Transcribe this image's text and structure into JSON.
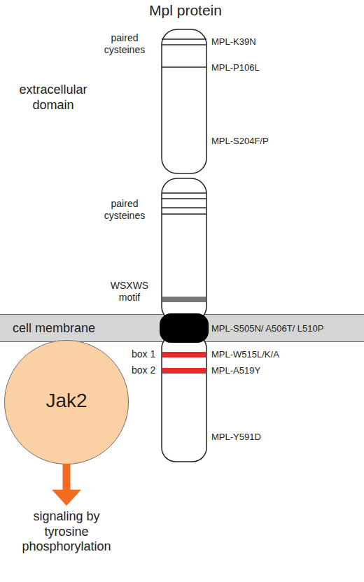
{
  "diagram": {
    "title": "Mpl protein",
    "nodes": [
      {
        "text": [
          "cell membrane",
          "MPL-S505N/ A506T/ L510P"
        ]
      },
      {
        "text": [
          "Jak2"
        ]
      }
    ],
    "labels": [
      "paired cysteines",
      "MPL-K39N",
      "MPL-P106L",
      "extracellular domain",
      "MPL-S204F/P",
      "paired cysteines",
      "WSXWS motif",
      "box 1",
      "MPL-W515L/K/A",
      "box 2",
      "MPL-A519Y",
      "MPL-Y591D",
      "signaling by tyrosine phosphorylation"
    ]
  }
}
